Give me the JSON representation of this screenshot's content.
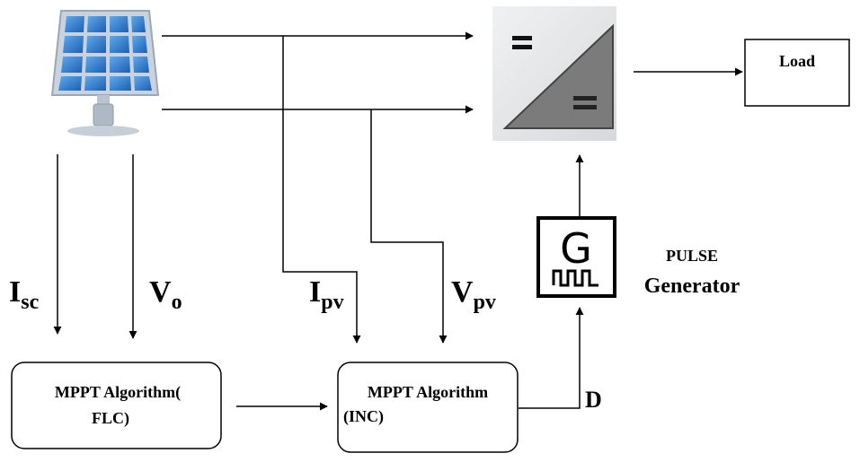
{
  "diagram": {
    "load_label": "Load",
    "isc_main": "I",
    "isc_sub": "sc",
    "vo_main": "V",
    "vo_sub": "o",
    "ipv_main": "I",
    "ipv_sub": "pv",
    "vpv_main": "V",
    "vpv_sub": "pv",
    "pulse_line1": "PULSE",
    "pulse_line2": "Generator",
    "pulse_glyph": "G",
    "duty_label": "D",
    "flc_line1": "MPPT Algorithm(",
    "flc_line2": "FLC)",
    "inc_line1": "MPPT Algorithm",
    "inc_line2": "(INC)"
  },
  "colors": {
    "panel_cell_blue": "#2f7fd0",
    "panel_frame": "#c8d3df",
    "converter_bg": "#e6e8ea",
    "converter_triangle": "#7b7b7b"
  },
  "icons": [
    "solar-panel-icon",
    "dc-dc-converter-icon",
    "pulse-generator-icon"
  ]
}
